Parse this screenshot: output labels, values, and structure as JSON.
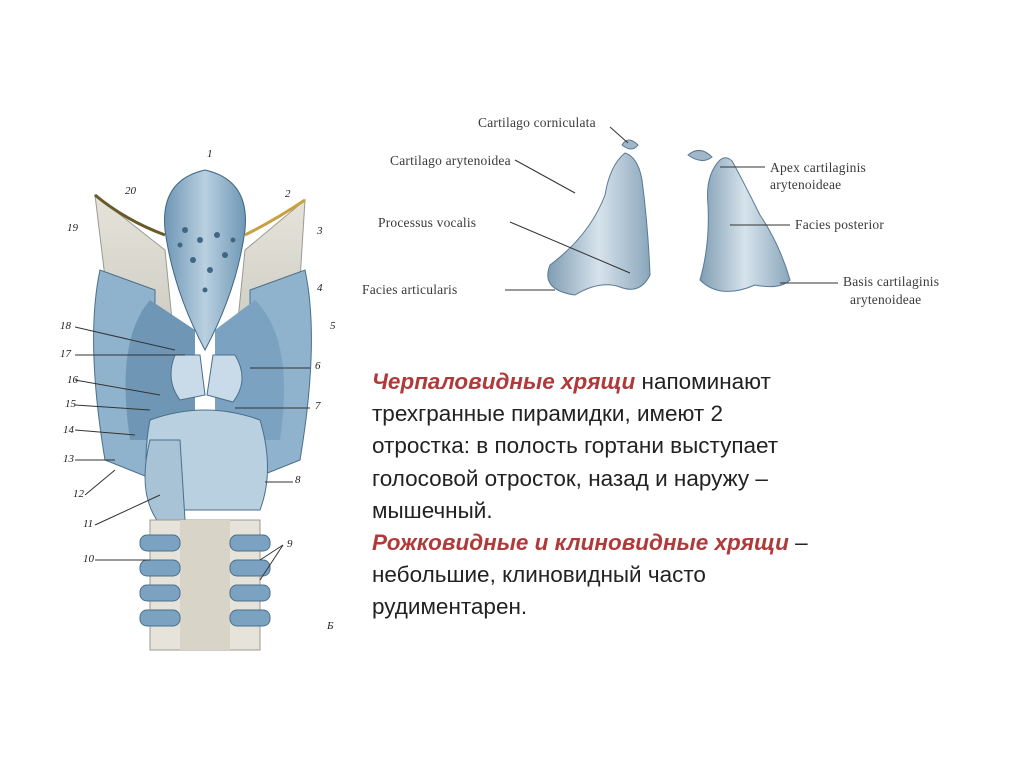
{
  "left_figure": {
    "labels": [
      "1",
      "2",
      "3",
      "4",
      "5",
      "6",
      "7",
      "8",
      "9",
      "10",
      "11",
      "12",
      "13",
      "14",
      "15",
      "16",
      "17",
      "18",
      "19",
      "20"
    ],
    "view_letter": "Б"
  },
  "right_figure": {
    "labels": {
      "corniculata": "Cartilago corniculata",
      "arytenoidea": "Cartilago arytenoidea",
      "processus_vocalis": "Processus vocalis",
      "facies_articularis": "Facies articularis",
      "apex_1": "Apex cartilaginis",
      "apex_2": "arytenoideae",
      "facies_posterior": "Facies posterior",
      "basis_1": "Basis cartilaginis",
      "basis_2": "arytenoideae"
    }
  },
  "text": {
    "p1_accent": "Черпаловидные хрящи",
    "p1_l1_rest": " напоминают",
    "p1_l2": "трехгранные пирамидки, имеют 2",
    "p1_l3": "отростка: в полость гортани выступает",
    "p1_l4": "голосовой отросток, назад и наружу –",
    "p1_l5": "мышечный.",
    "p2_accent": "Рожковидные и клиновидные хрящи",
    "p2_l1_rest": " –",
    "p2_l2": "небольшие, клиновидный часто",
    "p2_l3": "рудиментарен."
  },
  "colors": {
    "accent": "#b03a3a",
    "cartilage_blue": "#8fb3cc",
    "cartilage_light": "#c9dbe8",
    "ligament": "#d8d8d0"
  }
}
